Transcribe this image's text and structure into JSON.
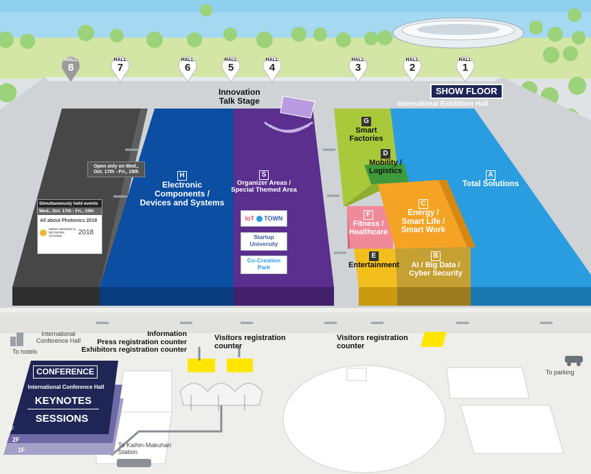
{
  "halls": [
    {
      "caption": "HALL",
      "num": "8"
    },
    {
      "caption": "HALL",
      "num": "7"
    },
    {
      "caption": "HALL",
      "num": "6"
    },
    {
      "caption": "HALL",
      "num": "5"
    },
    {
      "caption": "HALL",
      "num": "4"
    },
    {
      "caption": "HALL",
      "num": "3"
    },
    {
      "caption": "HALL",
      "num": "2"
    },
    {
      "caption": "HALL",
      "num": "1"
    }
  ],
  "header": {
    "show_floor": "SHOW FLOOR",
    "exhibition_hall": "International Exhibition Hall",
    "innovation_stage": "Innovation\nTalk Stage"
  },
  "areas": {
    "H": {
      "letter": "H",
      "label": "Electronic\nComponents /\nDevices and Systems"
    },
    "S": {
      "letter": "S",
      "label": "Organizer Areas /\nSpecial Themed Area"
    },
    "G": {
      "letter": "G",
      "label": "Smart\nFactories"
    },
    "D": {
      "letter": "D",
      "label": "Mobility /\nLogistics"
    },
    "A": {
      "letter": "A",
      "label": "Total Solutions"
    },
    "C": {
      "letter": "C",
      "label": "Energy /\nSmart Life /\nSmart Work"
    },
    "F": {
      "letter": "F",
      "label": "Fitness /\nHealthcare"
    },
    "E": {
      "letter": "E",
      "label": "Entertainment"
    },
    "B": {
      "letter": "B",
      "label": "AI / Big Data /\nCyber Security"
    }
  },
  "themed": {
    "iot_a": "IoT",
    "iot_b": "TOWN",
    "startup": "Startup\nUniversity",
    "cocreation": "Co-Creation\nPark"
  },
  "hall8_notice": "Open only on Wed.,\nOct. 17th - Fri., 19th",
  "events": {
    "title": "Simultaneously held events",
    "dates": "Wed., Oct. 17th - Fri., 19th",
    "photonics": "All about Photonics 2018",
    "mems": "MEMS SENSING & NETWORK SYSTEM",
    "mems_year": "2018"
  },
  "ground": {
    "intl_conf": "International\nConference Hall",
    "to_hotels": "To hotels",
    "info": "Information\nPress registration counter\nExhibitors registration counter",
    "visitors_reg_1": "Visitors registration\ncounter",
    "visitors_reg_2": "Visitors registration\ncounter",
    "to_parking": "To parking",
    "to_station": "To Kaihin-Makuhari\nStation"
  },
  "conference": {
    "title": "CONFERENCE",
    "subtitle": "International Conference Hall",
    "keynotes": "KEYNOTES",
    "sessions": "SESSIONS",
    "floors": [
      "3F",
      "2F",
      "1F"
    ]
  },
  "colors": {
    "sky": "#8fd0ee",
    "grass": "#cfe3a3",
    "tree": "#9cd27a",
    "hall8": "#4a4a4a",
    "H": "#0b4ea2",
    "S": "#5a2f8e",
    "G": "#a9c93a",
    "A": "#2a9ce0",
    "C": "#f5a324",
    "F": "#f08a9a",
    "E": "#f3bf1d",
    "B": "#c5a032",
    "D": "#3f9a3c",
    "conf": "#1f2555",
    "yellow": "#ffe600"
  }
}
